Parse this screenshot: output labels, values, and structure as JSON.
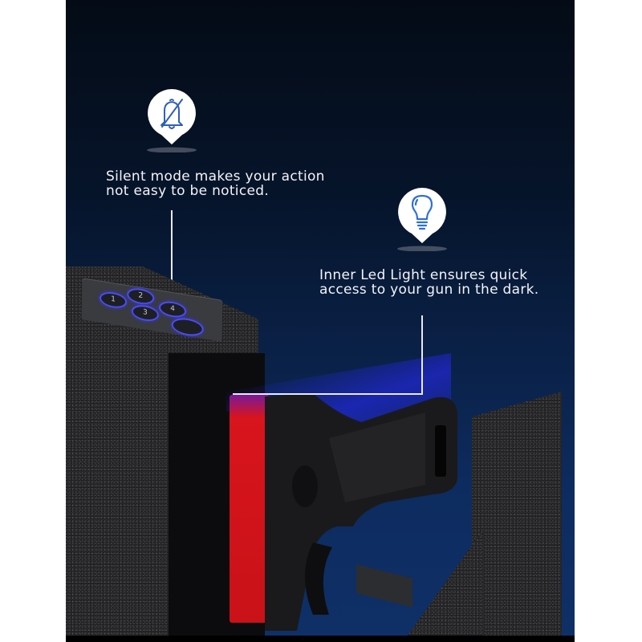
{
  "features": [
    {
      "icon": "bell-off-icon",
      "line1": "Silent mode makes your action",
      "line2": "not easy to be noticed."
    },
    {
      "icon": "light-bulb-icon",
      "line1": "Inner Led Light ensures quick",
      "line2": "access to your gun in the dark."
    }
  ],
  "keypad": {
    "keys": [
      "1",
      "2",
      "3",
      "4",
      ""
    ]
  },
  "colors": {
    "background_top": "#040b16",
    "background_bottom": "#0f3068",
    "icon_blue": "#2f5fb8",
    "key_glow": "#4a4cf0",
    "magazine_red": "#d8141c",
    "safe_body": "#2a2a2c",
    "text": "#f2f4f8"
  }
}
